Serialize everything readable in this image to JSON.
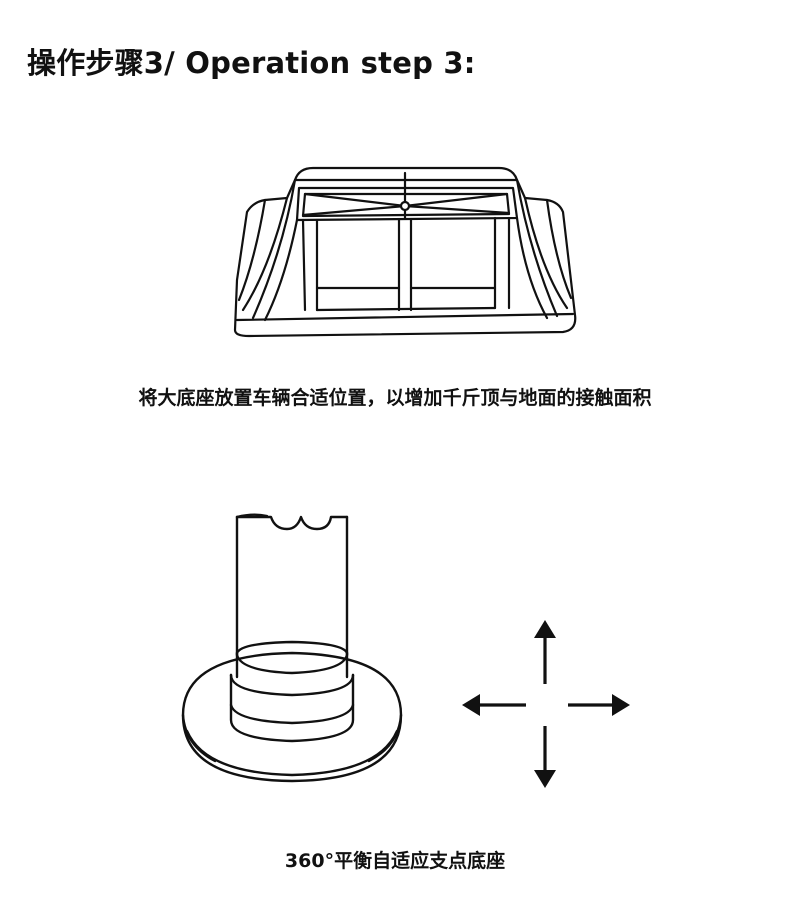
{
  "page": {
    "title": "操作步骤3/ Operation step 3:"
  },
  "figure1": {
    "icon": "jack-base-pad-illustration",
    "caption": "将大底座放置车辆合适位置，以增加千斤顶与地面的接触面积"
  },
  "figure2": {
    "icon": "swivel-foot-illustration",
    "arrows_icon": "four-direction-arrows-icon",
    "caption": "360°平衡自适应支点底座"
  }
}
